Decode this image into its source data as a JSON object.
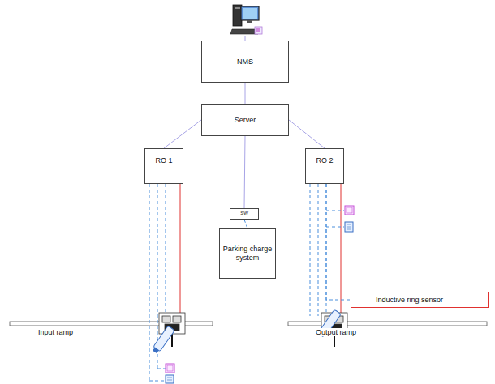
{
  "diagram": {
    "nodes": [
      {
        "text": [
          "NMS"
        ]
      },
      {
        "text": [
          "Server"
        ]
      },
      {
        "text": [
          "RO 1"
        ]
      },
      {
        "text": [
          "SW"
        ]
      },
      {
        "text": [
          "Parking charge system"
        ]
      },
      {
        "text": [
          "RO 2"
        ]
      },
      {
        "text": [
          "Inductive ring sensor"
        ]
      }
    ],
    "edges": [
      {
        "from": 0,
        "to": 1,
        "arrow": "none"
      },
      {
        "from": 1,
        "to": 2,
        "arrow": "none"
      },
      {
        "from": 1,
        "to": 3,
        "arrow": "none"
      },
      {
        "from": 1,
        "to": 5,
        "arrow": "none"
      },
      {
        "from": 3,
        "to": 4,
        "arrow": "none"
      },
      {
        "from": 5,
        "to": 6,
        "arrow": "none"
      }
    ],
    "labels": [
      "Input ramp",
      "Output ramp"
    ]
  }
}
